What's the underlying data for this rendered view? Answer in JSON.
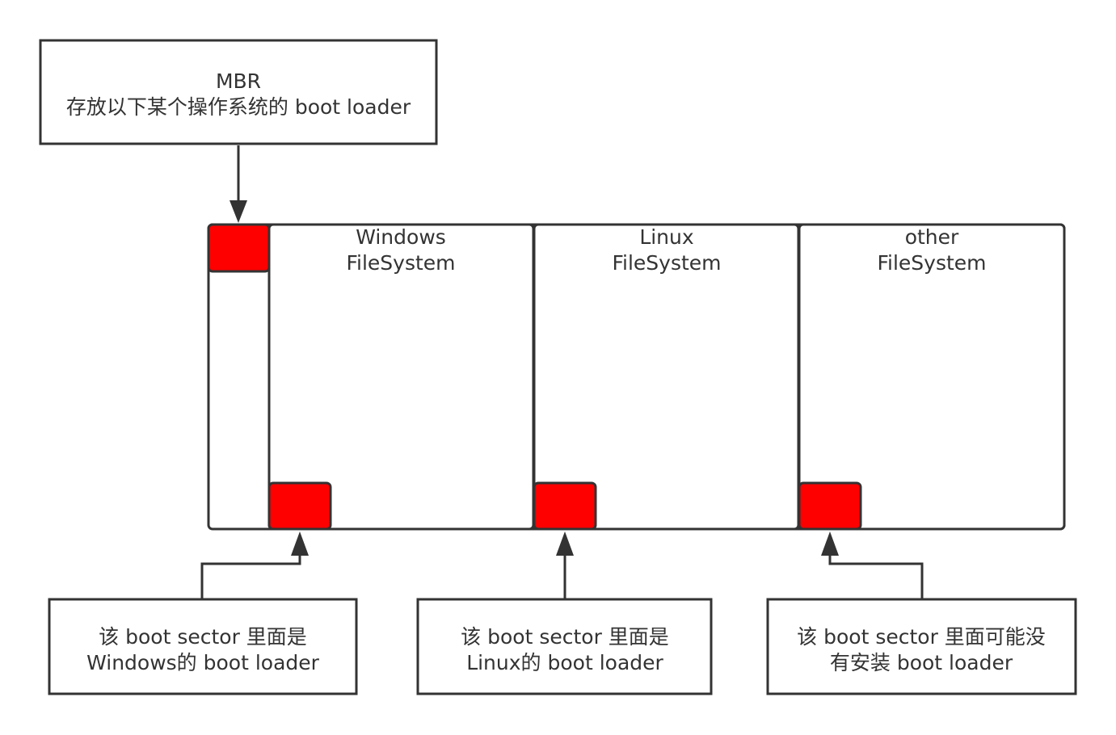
{
  "colors": {
    "stroke": "#333333",
    "sector_fill": "#ff0000",
    "box_fill": "#ffffff",
    "text": "#333333"
  },
  "mbr": {
    "line1": "MBR",
    "line2": "存放以下某个操作系统的 boot loader"
  },
  "partitions": [
    {
      "line1": "Windows",
      "line2": "FileSystem"
    },
    {
      "line1": "Linux",
      "line2": "FileSystem"
    },
    {
      "line1": "other",
      "line2": "FileSystem"
    }
  ],
  "notes": [
    {
      "line1": "该 boot sector 里面是",
      "line2": "Windows的 boot loader"
    },
    {
      "line1": "该 boot sector 里面是",
      "line2": "Linux的 boot loader"
    },
    {
      "line1": "该 boot sector 里面可能没",
      "line2": "有安装 boot loader"
    }
  ]
}
